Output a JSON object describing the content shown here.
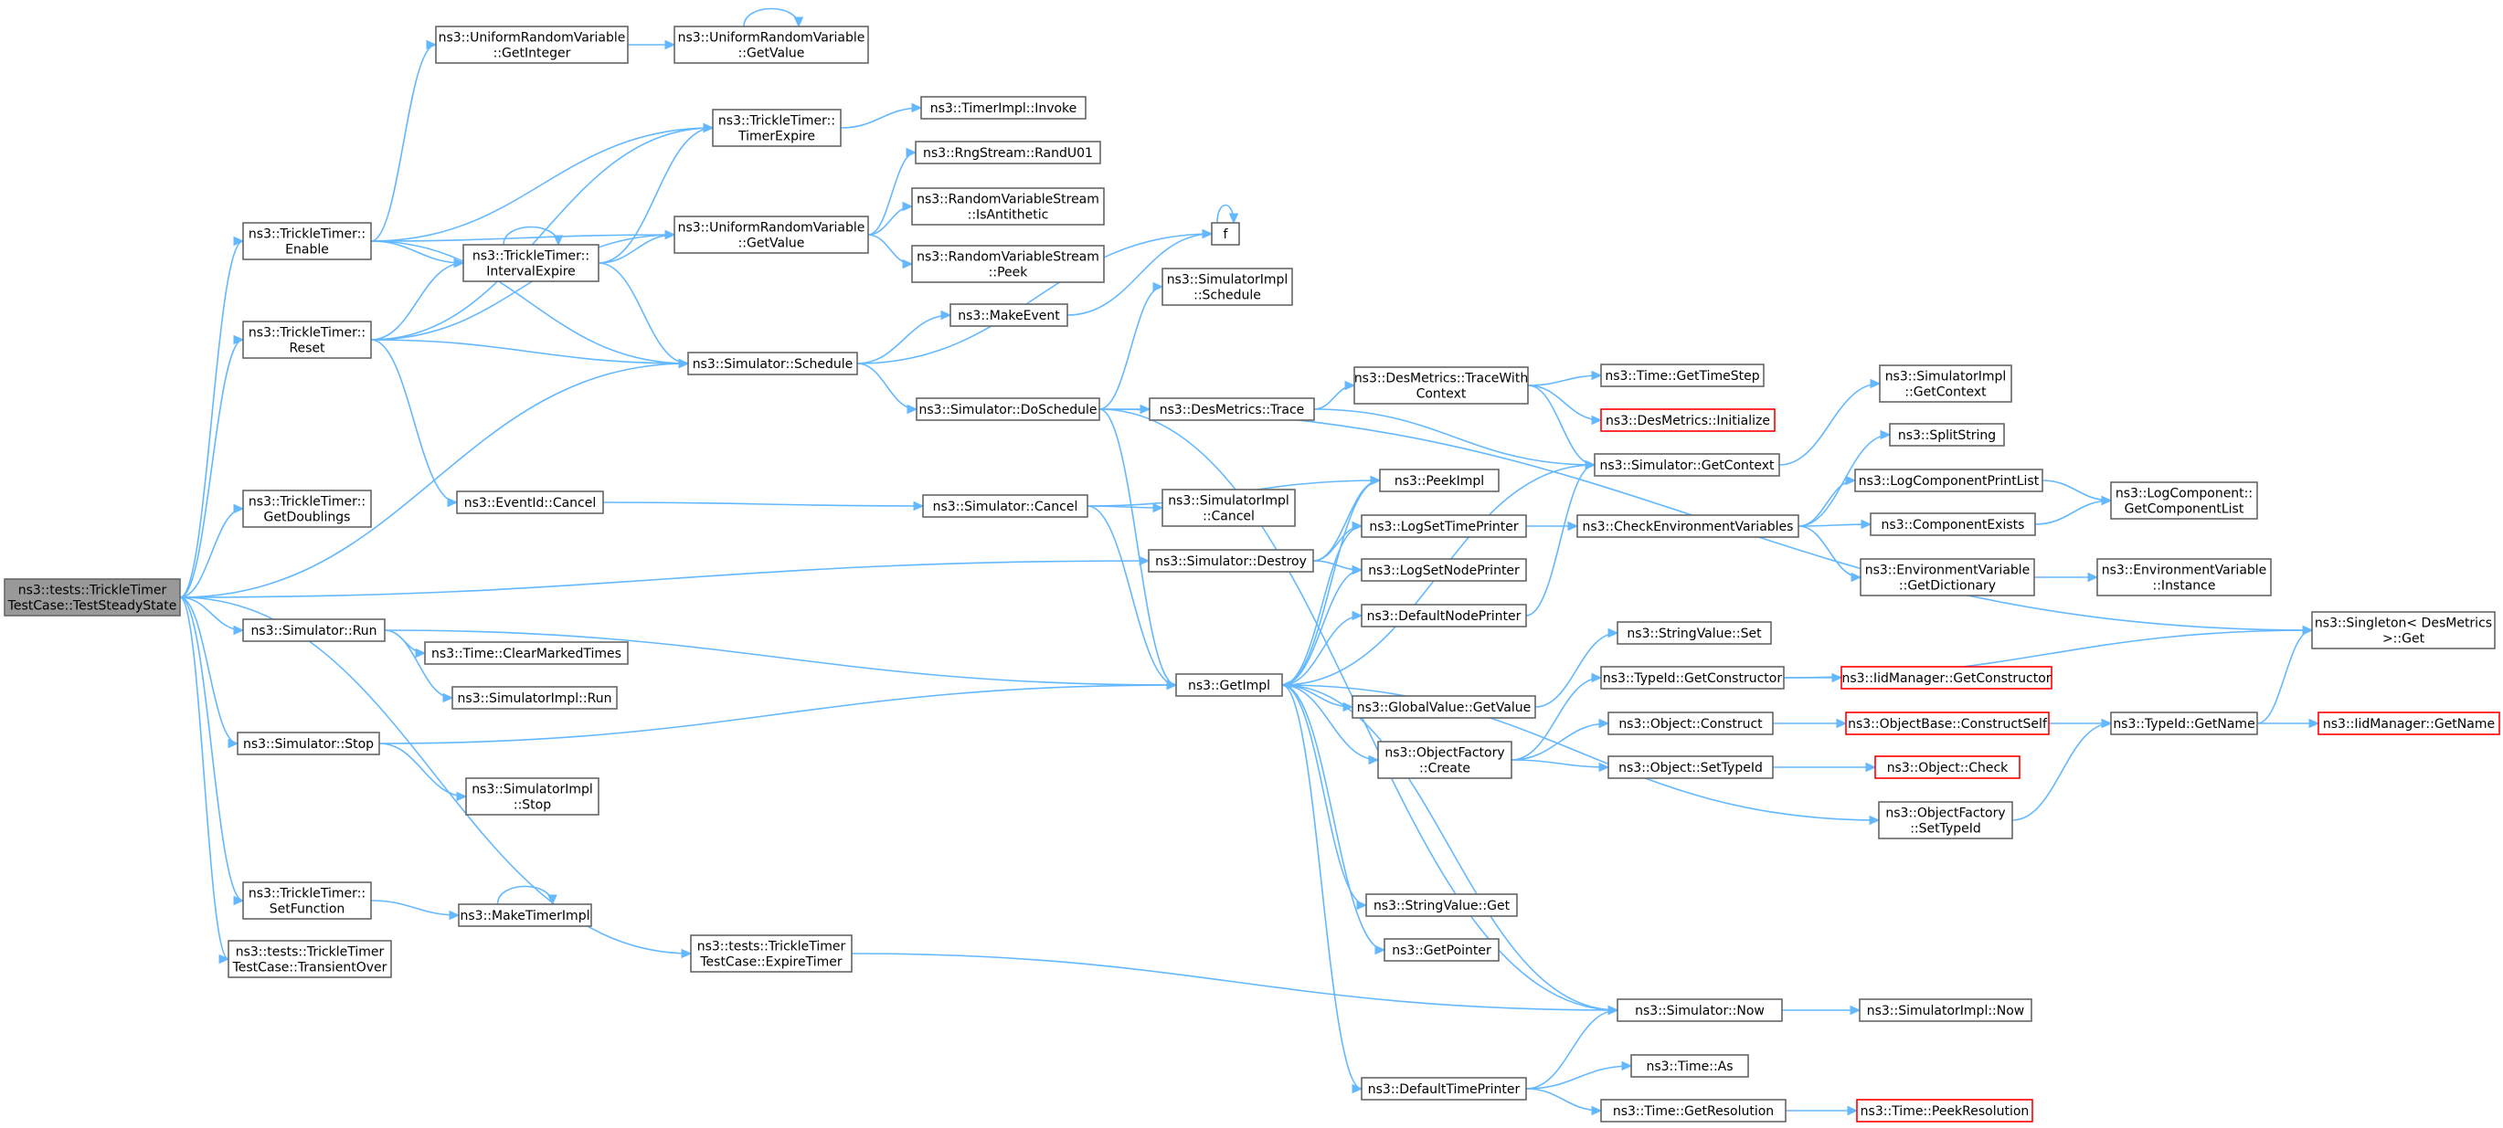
{
  "diagram": {
    "colors": {
      "edge": "#63b8ff",
      "node_border": "#666666",
      "node_border_truncated": "#ff0000",
      "root_fill": "#999999",
      "node_fill": "#ffffff"
    },
    "nodes": [
      {
        "id": "root",
        "lines": [
          "ns3::tests::TrickleTimer",
          "TestCase::TestSteadyState"
        ],
        "style": "root"
      },
      {
        "id": "enable",
        "lines": [
          "ns3::TrickleTimer::",
          "Enable"
        ]
      },
      {
        "id": "reset",
        "lines": [
          "ns3::TrickleTimer::",
          "Reset"
        ]
      },
      {
        "id": "getdoublings",
        "lines": [
          "ns3::TrickleTimer::",
          "GetDoublings"
        ]
      },
      {
        "id": "simrun",
        "lines": [
          "ns3::Simulator::Run"
        ]
      },
      {
        "id": "simstop",
        "lines": [
          "ns3::Simulator::Stop"
        ]
      },
      {
        "id": "setfunction",
        "lines": [
          "ns3::TrickleTimer::",
          "SetFunction"
        ]
      },
      {
        "id": "transientover",
        "lines": [
          "ns3::tests::TrickleTimer",
          "TestCase::TransientOver"
        ]
      },
      {
        "id": "urv_getinteger",
        "lines": [
          "ns3::UniformRandomVariable",
          "::GetInteger"
        ]
      },
      {
        "id": "intervalexpire",
        "lines": [
          "ns3::TrickleTimer::",
          "IntervalExpire"
        ]
      },
      {
        "id": "eventid_cancel",
        "lines": [
          "ns3::EventId::Cancel"
        ]
      },
      {
        "id": "clearmarkedtimes",
        "lines": [
          "ns3::Time::ClearMarkedTimes"
        ]
      },
      {
        "id": "simimpl_run",
        "lines": [
          "ns3::SimulatorImpl::Run"
        ]
      },
      {
        "id": "simimpl_stop",
        "lines": [
          "ns3::SimulatorImpl",
          "::Stop"
        ]
      },
      {
        "id": "maketimerimpl",
        "lines": [
          "ns3::MakeTimerImpl"
        ]
      },
      {
        "id": "urv_getvalue_top",
        "lines": [
          "ns3::UniformRandomVariable",
          "::GetValue"
        ]
      },
      {
        "id": "timerexpire",
        "lines": [
          "ns3::TrickleTimer::",
          "TimerExpire"
        ]
      },
      {
        "id": "urv_getvalue",
        "lines": [
          "ns3::UniformRandomVariable",
          "::GetValue"
        ]
      },
      {
        "id": "sim_schedule",
        "lines": [
          "ns3::Simulator::Schedule"
        ]
      },
      {
        "id": "expiretimer",
        "lines": [
          "ns3::tests::TrickleTimer",
          "TestCase::ExpireTimer"
        ]
      },
      {
        "id": "timerimpl_invoke",
        "lines": [
          "ns3::TimerImpl::Invoke"
        ]
      },
      {
        "id": "randu01",
        "lines": [
          "ns3::RngStream::RandU01"
        ]
      },
      {
        "id": "isantithetic",
        "lines": [
          "ns3::RandomVariableStream",
          "::IsAntithetic"
        ]
      },
      {
        "id": "rvs_peek",
        "lines": [
          "ns3::RandomVariableStream",
          "::Peek"
        ]
      },
      {
        "id": "makeevent",
        "lines": [
          "ns3::MakeEvent"
        ]
      },
      {
        "id": "doschedule",
        "lines": [
          "ns3::Simulator::DoSchedule"
        ]
      },
      {
        "id": "sim_cancel",
        "lines": [
          "ns3::Simulator::Cancel"
        ]
      },
      {
        "id": "f",
        "lines": [
          "f"
        ]
      },
      {
        "id": "simimpl_schedule",
        "lines": [
          "ns3::SimulatorImpl",
          "::Schedule"
        ]
      },
      {
        "id": "desmetrics_trace",
        "lines": [
          "ns3::DesMetrics::Trace"
        ]
      },
      {
        "id": "simimpl_cancel",
        "lines": [
          "ns3::SimulatorImpl",
          "::Cancel"
        ]
      },
      {
        "id": "sim_destroy",
        "lines": [
          "ns3::Simulator::Destroy"
        ]
      },
      {
        "id": "getimpl",
        "lines": [
          "ns3::GetImpl"
        ]
      },
      {
        "id": "tracewithcontext",
        "lines": [
          "ns3::DesMetrics::TraceWith",
          "Context"
        ]
      },
      {
        "id": "peekimpl",
        "lines": [
          "ns3::PeekImpl"
        ]
      },
      {
        "id": "logsettimeprinter",
        "lines": [
          "ns3::LogSetTimePrinter"
        ]
      },
      {
        "id": "logsetnodeprinter",
        "lines": [
          "ns3::LogSetNodePrinter"
        ]
      },
      {
        "id": "defaultnodeprinter",
        "lines": [
          "ns3::DefaultNodePrinter"
        ]
      },
      {
        "id": "globalvalue_getvalue",
        "lines": [
          "ns3::GlobalValue::GetValue"
        ]
      },
      {
        "id": "objectfactory_create",
        "lines": [
          "ns3::ObjectFactory",
          "::Create"
        ]
      },
      {
        "id": "stringvalue_get",
        "lines": [
          "ns3::StringValue::Get"
        ]
      },
      {
        "id": "getpointer",
        "lines": [
          "ns3::GetPointer"
        ]
      },
      {
        "id": "defaulttimeprinter",
        "lines": [
          "ns3::DefaultTimePrinter"
        ]
      },
      {
        "id": "time_gettimestep",
        "lines": [
          "ns3::Time::GetTimeStep"
        ]
      },
      {
        "id": "desmetrics_initialize",
        "lines": [
          "ns3::DesMetrics::Initialize"
        ],
        "style": "red"
      },
      {
        "id": "sim_getcontext",
        "lines": [
          "ns3::Simulator::GetContext"
        ]
      },
      {
        "id": "checkenvvars",
        "lines": [
          "ns3::CheckEnvironmentVariables"
        ]
      },
      {
        "id": "stringvalue_set",
        "lines": [
          "ns3::StringValue::Set"
        ]
      },
      {
        "id": "typeid_getconstructor",
        "lines": [
          "ns3::TypeId::GetConstructor"
        ]
      },
      {
        "id": "object_construct",
        "lines": [
          "ns3::Object::Construct"
        ]
      },
      {
        "id": "object_settypeid",
        "lines": [
          "ns3::Object::SetTypeId"
        ]
      },
      {
        "id": "objectfactory_settypeid",
        "lines": [
          "ns3::ObjectFactory",
          "::SetTypeId"
        ]
      },
      {
        "id": "sim_now",
        "lines": [
          "ns3::Simulator::Now"
        ]
      },
      {
        "id": "time_as",
        "lines": [
          "ns3::Time::As"
        ]
      },
      {
        "id": "time_getresolution",
        "lines": [
          "ns3::Time::GetResolution"
        ]
      },
      {
        "id": "simimpl_getcontext",
        "lines": [
          "ns3::SimulatorImpl",
          "::GetContext"
        ]
      },
      {
        "id": "splitstring",
        "lines": [
          "ns3::SplitString"
        ]
      },
      {
        "id": "logcomponentprintlist",
        "lines": [
          "ns3::LogComponentPrintList"
        ]
      },
      {
        "id": "componentexists",
        "lines": [
          "ns3::ComponentExists"
        ]
      },
      {
        "id": "envvar_getdictionary",
        "lines": [
          "ns3::EnvironmentVariable",
          "::GetDictionary"
        ]
      },
      {
        "id": "iidmanager_getconstructor",
        "lines": [
          "ns3::IidManager::GetConstructor"
        ],
        "style": "red"
      },
      {
        "id": "objectbase_constructself",
        "lines": [
          "ns3::ObjectBase::ConstructSelf"
        ],
        "style": "red"
      },
      {
        "id": "object_check",
        "lines": [
          "ns3::Object::Check"
        ],
        "style": "red"
      },
      {
        "id": "simimpl_now",
        "lines": [
          "ns3::SimulatorImpl::Now"
        ]
      },
      {
        "id": "time_peekresolution",
        "lines": [
          "ns3::Time::PeekResolution"
        ],
        "style": "red"
      },
      {
        "id": "typeid_getname",
        "lines": [
          "ns3::TypeId::GetName"
        ]
      },
      {
        "id": "logcomponent_getlist",
        "lines": [
          "ns3::LogComponent::",
          "GetComponentList"
        ]
      },
      {
        "id": "envvar_instance",
        "lines": [
          "ns3::EnvironmentVariable",
          "::Instance"
        ]
      },
      {
        "id": "singleton_get",
        "lines": [
          "ns3::Singleton< DesMetrics",
          " >::Get"
        ]
      },
      {
        "id": "iidmanager_getname",
        "lines": [
          "ns3::IidManager::GetName"
        ],
        "style": "red"
      }
    ]
  }
}
